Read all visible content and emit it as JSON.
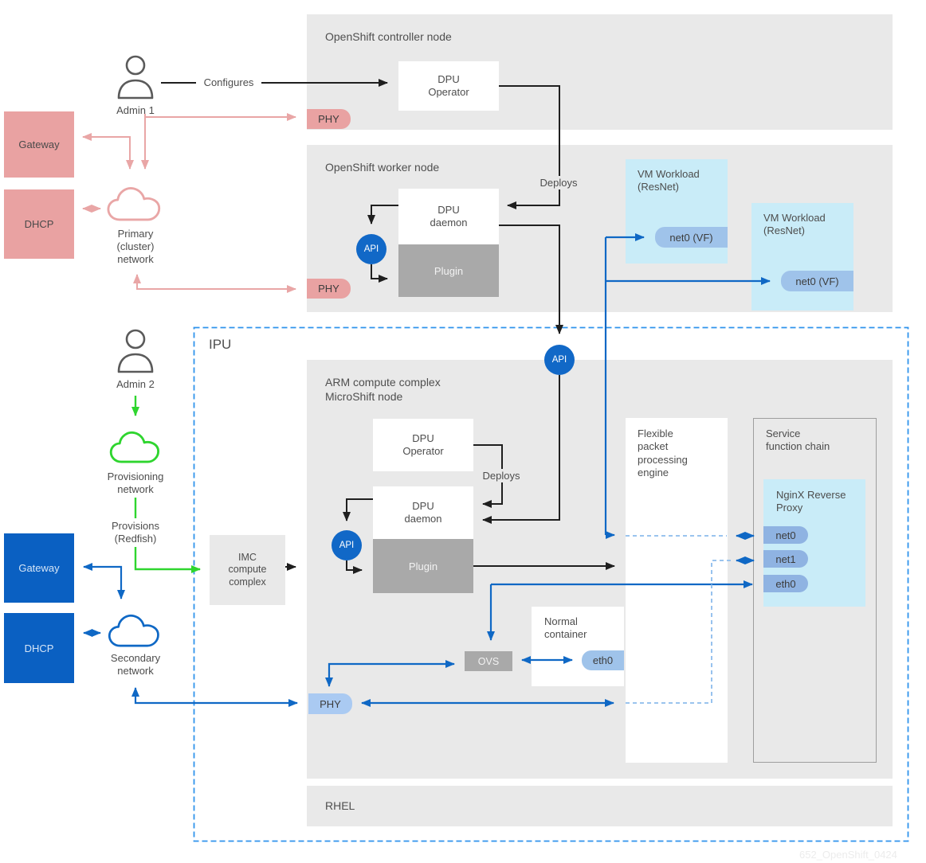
{
  "top_left": {
    "admin1": "Admin 1",
    "gateway": "Gateway",
    "dhcp": "DHCP",
    "primary_network": "Primary\n(cluster)\nnetwork",
    "configures": "Configures"
  },
  "controller": {
    "title": "OpenShift controller node",
    "dpu_operator": "DPU\nOperator",
    "phy": "PHY"
  },
  "worker": {
    "title": "OpenShift worker node",
    "deploys": "Deploys",
    "dpu_daemon": "DPU\ndaemon",
    "plugin": "Plugin",
    "api": "API",
    "phy": "PHY"
  },
  "vm1": {
    "title": "VM Workload\n(ResNet)",
    "nic": "net0 (VF)"
  },
  "vm2": {
    "title": "VM Workload\n(ResNet)",
    "nic": "net0 (VF)"
  },
  "ipu": {
    "label": "IPU",
    "api": "API",
    "imc": "IMC\ncompute\ncomplex",
    "arm_title": "ARM compute complex\nMicroShift node",
    "dpu_operator": "DPU\nOperator",
    "deploys": "Deploys",
    "dpu_daemon": "DPU\ndaemon",
    "plugin": "Plugin",
    "api2": "API",
    "ovs": "OVS",
    "phy": "PHY",
    "container_title": "Normal\ncontainer",
    "container_eth0": "eth0",
    "engine": "Flexible\npacket\nprocessing\nengine",
    "sfc_title": "Service\nfunction chain",
    "nginx": "NginX Reverse\nProxy",
    "ports": [
      "net0",
      "net1",
      "eth0"
    ],
    "rhel": "RHEL"
  },
  "bottom_left": {
    "admin2": "Admin 2",
    "provisioning_network": "Provisioning\nnetwork",
    "provisions": "Provisions\n(Redfish)",
    "gateway": "Gateway",
    "dhcp": "DHCP",
    "secondary_network": "Secondary\nnetwork"
  },
  "watermark": "652_OpenShift_0424",
  "colors": {
    "node_gray": "#e9e9e9",
    "component_gray": "#a9a9a9",
    "brand_blue": "#0a60c2",
    "line_blue": "#0f68c5",
    "dashed_blue": "#8cbcec",
    "pink": "#e9a2a2",
    "green": "#2fd52f",
    "light_blue": "#c9ecf8",
    "tag_blue": "#9fc3ea",
    "ipu_border": "#2f93ec"
  }
}
